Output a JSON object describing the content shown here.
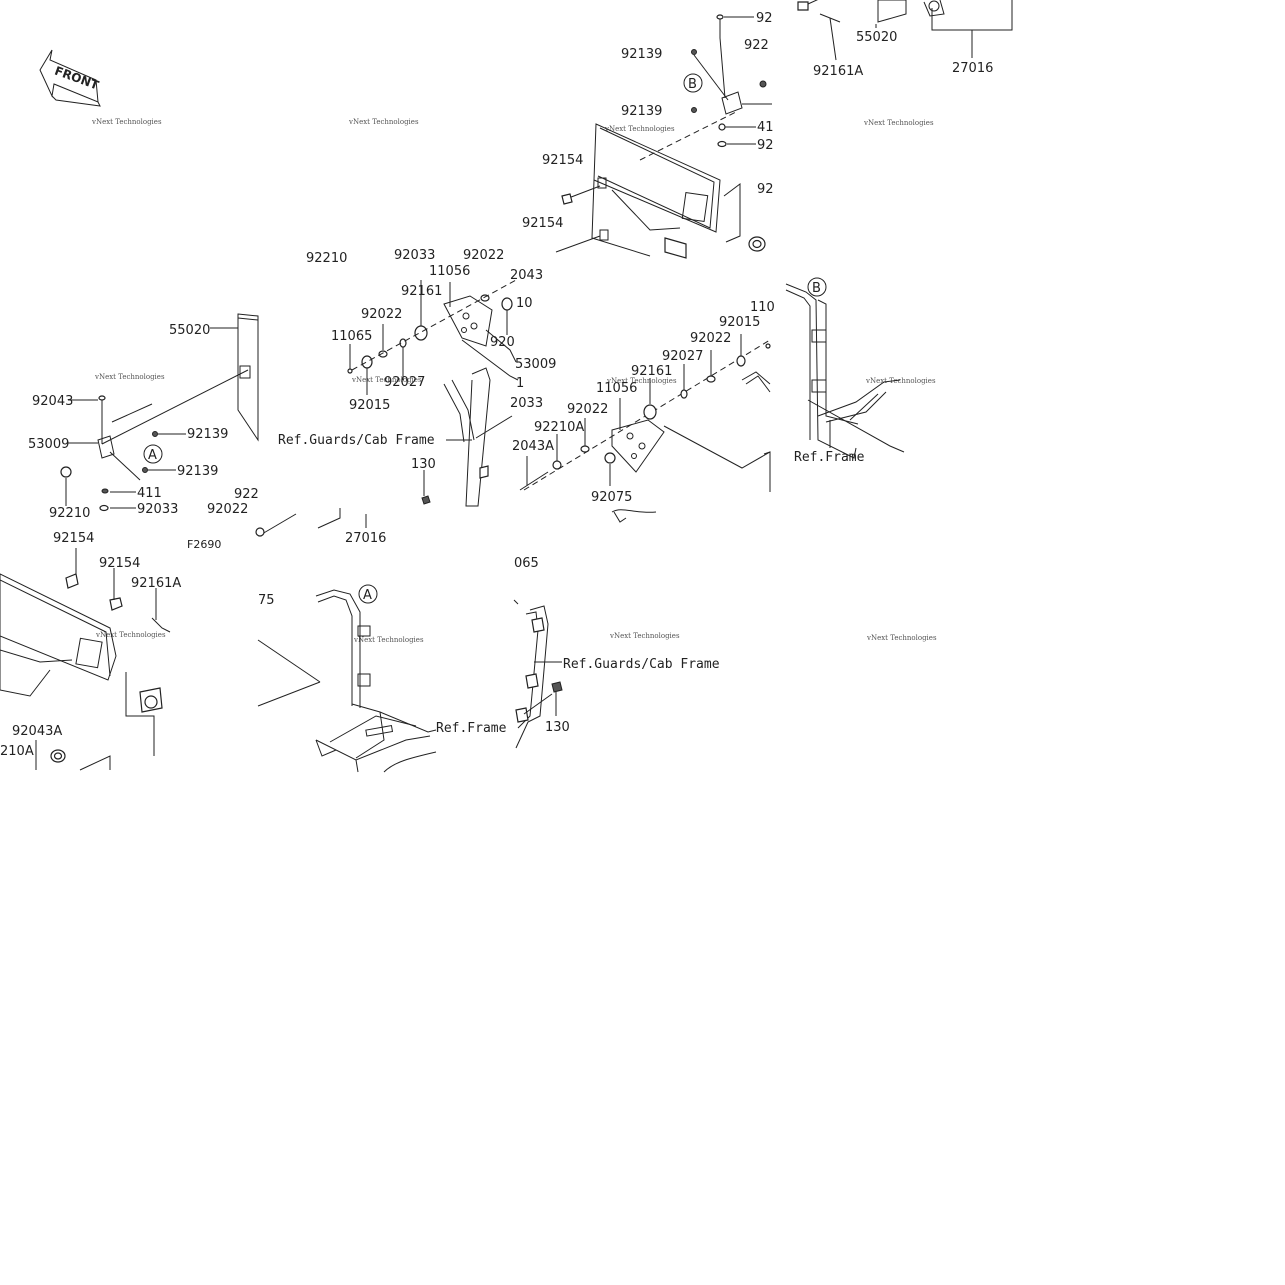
{
  "front_badge": "FRONT",
  "figure_code": "F2690",
  "watermark": "vNext Technologies",
  "ref_guards": "Ref.Guards/Cab Frame",
  "ref_frame": "Ref.Frame",
  "markers": {
    "a": "A",
    "b": "B"
  },
  "labels": {
    "l01": "92",
    "l02": "92139",
    "l03": "922",
    "l04": "55020",
    "l05": "92161A",
    "l06": "27016",
    "l07": "92139",
    "l08": "41",
    "l09": "92",
    "l10": "92154",
    "l11": "92",
    "l12": "92154",
    "l13": "92210",
    "l14": "92033",
    "l15": "92022",
    "l16": "11056",
    "l17": "2043",
    "l18": "92161",
    "l19": "10",
    "l20": "92022",
    "l21": "920",
    "l22": "53009",
    "l23": "1",
    "l24": "11065",
    "l25": "92027",
    "l26": "92015",
    "l27": "2033",
    "l28": "55020",
    "l29": "92043",
    "l30": "53009",
    "l31": "92139",
    "l32": "92139",
    "l33": "411",
    "l34": "92033",
    "l35": "92210",
    "l36": "130",
    "l37": "2043A",
    "l38": "92210A",
    "l39": "92022",
    "l40": "11056",
    "l41": "92161",
    "l42": "92027",
    "l43": "92022",
    "l44": "92015",
    "l45": "110",
    "l46": "92075",
    "l47": "922",
    "l48": "92022",
    "l49": "27016",
    "l50": "92154",
    "l51": "92154",
    "l52": "92161A",
    "l53": "065",
    "l54": "75",
    "l55": "92043A",
    "l56": "210A",
    "l57": "130"
  }
}
